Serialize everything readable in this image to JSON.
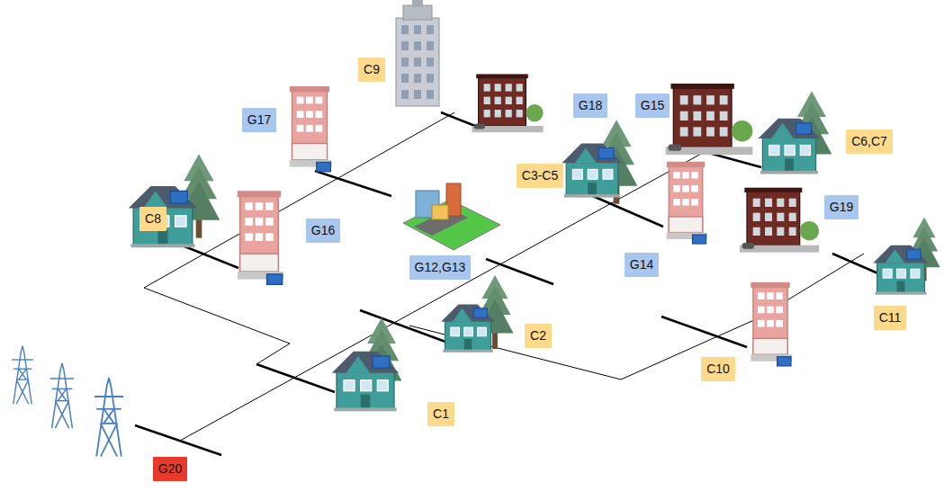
{
  "diagram": {
    "nodes": [
      {
        "text": [
          "C9"
        ]
      },
      {
        "text": [
          "G18"
        ]
      },
      {
        "text": [
          "G15"
        ]
      },
      {
        "text": [
          "G17"
        ]
      },
      {
        "text": [
          "C6,C7"
        ]
      },
      {
        "text": [
          "C3-C5"
        ]
      },
      {
        "text": [
          "G19"
        ]
      },
      {
        "text": [
          "C8"
        ]
      },
      {
        "text": [
          "G16"
        ]
      },
      {
        "text": [
          "G14"
        ]
      },
      {
        "text": [
          "G12,G13"
        ]
      },
      {
        "text": [
          "C11"
        ]
      },
      {
        "text": [
          "C2"
        ]
      },
      {
        "text": [
          "C10"
        ]
      },
      {
        "text": [
          "C1"
        ]
      },
      {
        "text": [
          "G20"
        ]
      }
    ]
  }
}
